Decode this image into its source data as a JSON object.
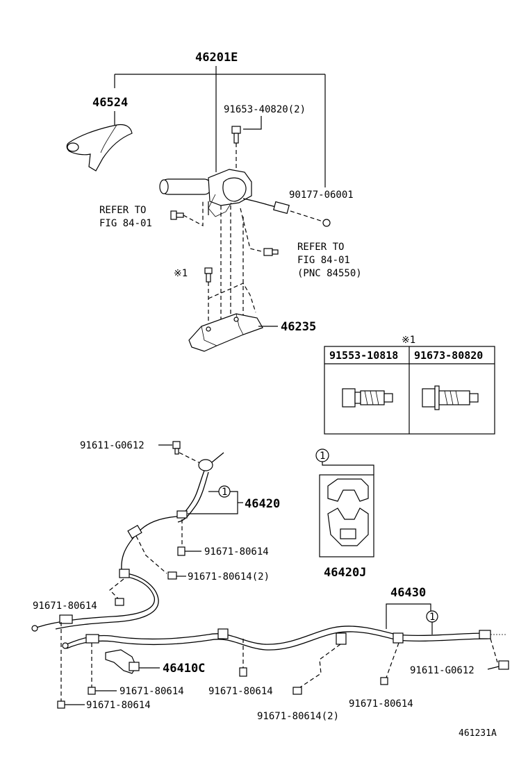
{
  "labels": {
    "assembly": "46201E",
    "lever_cover": "46524",
    "bolt_top": "91653-40820(2)",
    "nut_right": "90177-06001",
    "refer_left_1": "REFER TO",
    "refer_left_2": "FIG 84-01",
    "refer_right_1": "REFER TO",
    "refer_right_2": "FIG 84-01",
    "refer_right_3": "(PNC 84550)",
    "note_mark": "※1",
    "bracket": "46235",
    "bolt_front_cable": "91611-G0612",
    "front_cable": "46420",
    "clamp_ref": "1",
    "bolt_a": "91671-80614",
    "bolt_b": "91671-80614(2)",
    "bolt_c": "91671-80614",
    "clamp_set": "46420J",
    "rear_cable": "46430",
    "guide": "46410C",
    "bolt_d": "91671-80614",
    "bolt_e": "91671-80614",
    "bolt_f": "91671-80614",
    "bolt_g": "91671-80614(2)",
    "bolt_h": "91671-80614",
    "bolt_rear": "91611-G0612",
    "figure_code": "461231A"
  },
  "table": {
    "title": "※1",
    "columns": [
      "91553-10818",
      "91673-80820"
    ]
  }
}
